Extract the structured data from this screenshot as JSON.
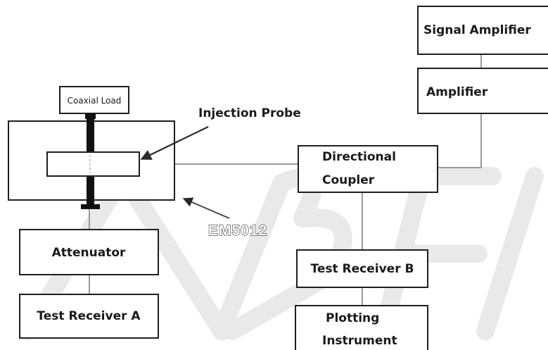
{
  "diagram": {
    "blocks": {
      "signal_amplifier": "Signal Amplifier",
      "amplifier": "Amplifier",
      "coaxial_load": "Coaxial Load",
      "directional_coupler_line1": "Directional",
      "directional_coupler_line2": "Coupler",
      "attenuator": "Attenuator",
      "test_receiver_a": "Test Receiver A",
      "test_receiver_b": "Test Receiver B",
      "plotting_line1": "Plotting",
      "plotting_line2": "Instrument"
    },
    "annotations": {
      "injection_probe": "Injection Probe",
      "fixture_model": "EM5012"
    },
    "colors": {
      "box_stroke": "#1e1e1e",
      "wire": "#9a9a9a",
      "watermark": "#e9e9e9"
    }
  }
}
